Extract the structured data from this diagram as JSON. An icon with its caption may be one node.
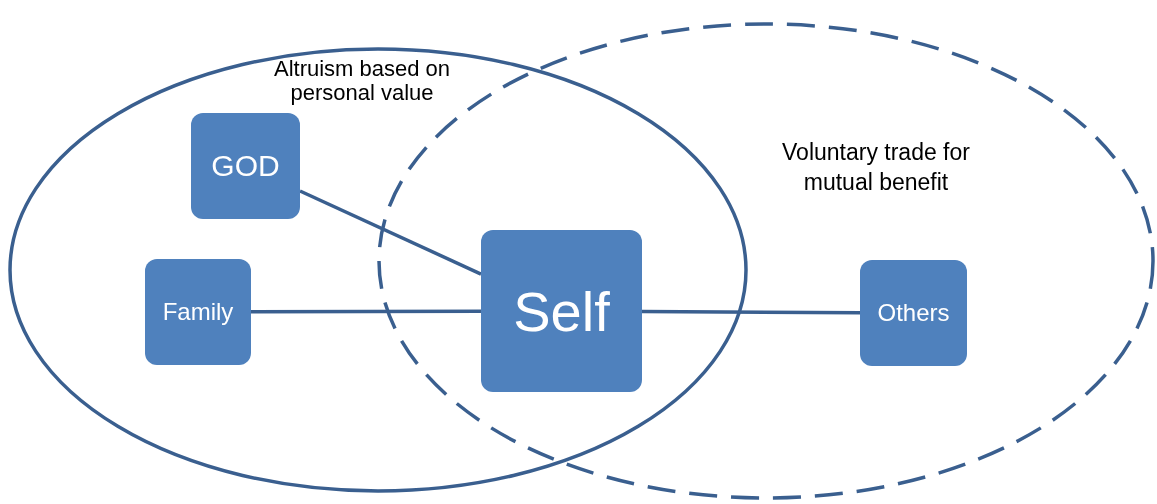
{
  "diagram": {
    "nodes": [
      {
        "text": [
          "Altruism based on personal value"
        ]
      },
      {
        "text": [
          "Voluntary trade for mutual benefit"
        ]
      },
      {
        "text": [
          "GOD"
        ],
        "in": 0
      },
      {
        "text": [
          "Family"
        ],
        "in": 0
      },
      {
        "text": [
          "Self"
        ]
      },
      {
        "text": [
          "Others"
        ],
        "in": 1
      }
    ],
    "edges": [
      {
        "from": 2,
        "to": 4,
        "arrow": "none"
      },
      {
        "from": 3,
        "to": 4,
        "arrow": "none"
      },
      {
        "from": 4,
        "to": 5,
        "arrow": "none"
      }
    ]
  }
}
